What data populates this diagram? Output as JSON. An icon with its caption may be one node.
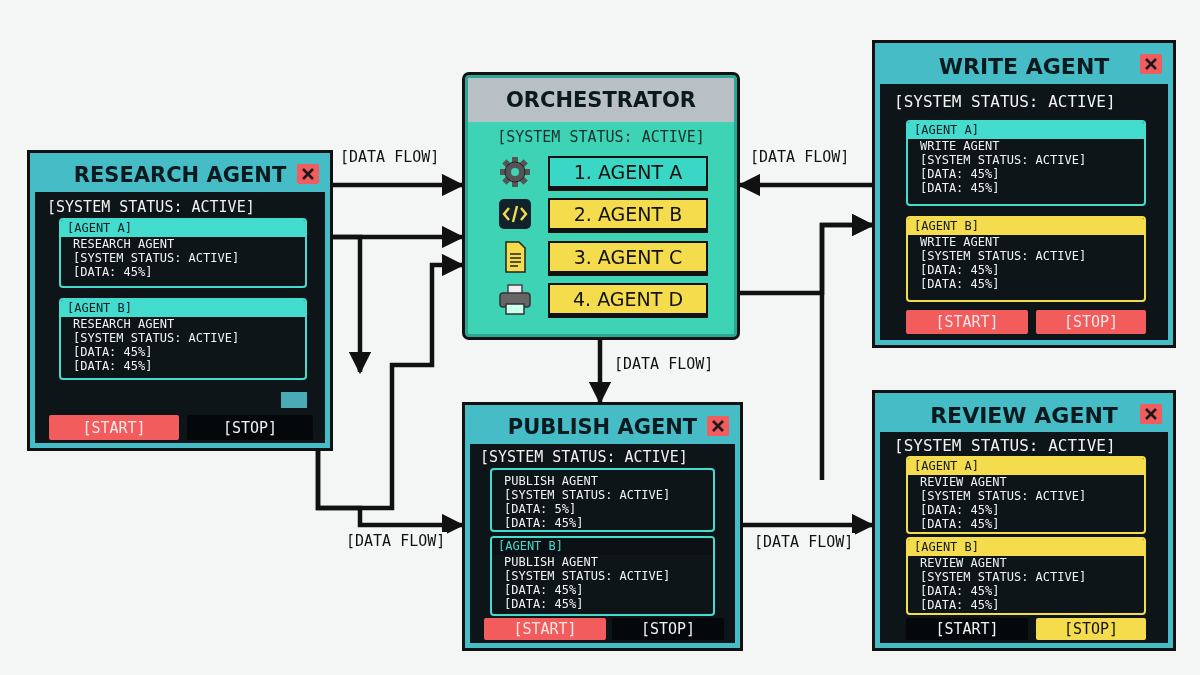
{
  "diagram": {
    "nodes": [
      {
        "text": [
          "RESEARCH AGENT",
          "[SYSTEM STATUS: ACTIVE]"
        ]
      },
      {
        "text": [
          "[AGENT A]",
          "RESEARCH AGENT",
          "[SYSTEM STATUS: ACTIVE]",
          "[DATA: 45%]"
        ],
        "in": 0
      },
      {
        "text": [
          "[AGENT B]",
          "RESEARCH AGENT",
          "[SYSTEM STATUS: ACTIVE]",
          "[DATA: 45%]",
          "[DATA: 45%]"
        ],
        "in": 0
      },
      {
        "text": [
          "[START]"
        ],
        "in": 0
      },
      {
        "text": [
          "[STOP]"
        ],
        "in": 0
      },
      {
        "text": [
          "ORCHESTRATOR",
          "[SYSTEM STATUS: ACTIVE]"
        ]
      },
      {
        "text": [
          "1. AGENT A"
        ],
        "in": 5
      },
      {
        "text": [
          "2. AGENT B"
        ],
        "in": 5
      },
      {
        "text": [
          "3. AGENT C"
        ],
        "in": 5
      },
      {
        "text": [
          "4. AGENT D"
        ],
        "in": 5
      },
      {
        "text": [
          "WRITE AGENT",
          "[SYSTEM STATUS: ACTIVE]"
        ]
      },
      {
        "text": [
          "[AGENT A]",
          "WRITE AGENT",
          "[SYSTEM STATUS: ACTIVE]",
          "[DATA: 45%]",
          "[DATA: 45%]"
        ],
        "in": 10
      },
      {
        "text": [
          "[AGENT B]",
          "WRITE AGENT",
          "[SYSTEM STATUS: ACTIVE]",
          "[DATA: 45%]",
          "[DATA: 45%]"
        ],
        "in": 10
      },
      {
        "text": [
          "[START]"
        ],
        "in": 10
      },
      {
        "text": [
          "[STOP]"
        ],
        "in": 10
      },
      {
        "text": [
          "PUBLISH AGENT",
          "[SYSTEM STATUS: ACTIVE]"
        ]
      },
      {
        "text": [
          "PUBLISH AGENT",
          "[SYSTEM STATUS: ACTIVE]",
          "[DATA: 5%]",
          "[DATA: 45%]"
        ],
        "in": 15
      },
      {
        "text": [
          "[AGENT B]",
          "PUBLISH AGENT",
          "[SYSTEM STATUS: ACTIVE]",
          "[DATA: 45%]",
          "[DATA: 45%]"
        ],
        "in": 15
      },
      {
        "text": [
          "[START]"
        ],
        "in": 15
      },
      {
        "text": [
          "[STOP]"
        ],
        "in": 15
      },
      {
        "text": [
          "REVIEW AGENT",
          "[SYSTEM STATUS: ACTIVE]"
        ]
      },
      {
        "text": [
          "[AGENT A]",
          "REVIEW AGENT",
          "[SYSTEM STATUS: ACTIVE]",
          "[DATA: 45%]",
          "[DATA: 45%]"
        ],
        "in": 20
      },
      {
        "text": [
          "[AGENT B]",
          "REVIEW AGENT",
          "[SYSTEM STATUS: ACTIVE]",
          "[DATA: 45%]",
          "[DATA: 45%]"
        ],
        "in": 20
      },
      {
        "text": [
          "[START]"
        ],
        "in": 20
      },
      {
        "text": [
          "[STOP]"
        ],
        "in": 20
      }
    ],
    "edges": [
      {
        "from": 0,
        "to": 5,
        "arrow": "to",
        "label": "[DATA FLOW]"
      },
      {
        "from": 0,
        "to": 5,
        "arrow": "to"
      },
      {
        "from": 0,
        "to": null,
        "arrow": "to"
      },
      {
        "from": 0,
        "to": 5,
        "arrow": "to"
      },
      {
        "from": 0,
        "to": 15,
        "arrow": "to",
        "label": "[DATA FLOW]"
      },
      {
        "from": 10,
        "to": 5,
        "arrow": "to",
        "label": "[DATA FLOW]"
      },
      {
        "from": 5,
        "to": 10,
        "arrow": "to"
      },
      {
        "from": null,
        "to": 10,
        "arrow": "to"
      },
      {
        "from": 5,
        "to": 15,
        "arrow": "to",
        "label": "[DATA FLOW]"
      },
      {
        "from": 15,
        "to": 20,
        "arrow": "to",
        "label": "[DATA FLOW]"
      }
    ]
  }
}
